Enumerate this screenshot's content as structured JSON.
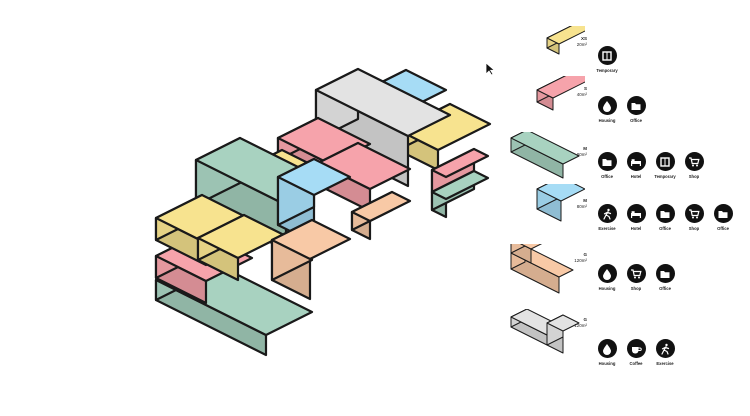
{
  "legend": [
    {
      "code": "XS",
      "area": "20m²",
      "color": "#f7e38f",
      "uses": [
        {
          "label": "Temporary",
          "icon": "window-icon"
        }
      ]
    },
    {
      "code": "S",
      "area": "40m²",
      "color": "#f6a3ab",
      "uses": [
        {
          "label": "Housing",
          "icon": "drop-icon"
        },
        {
          "label": "Office",
          "icon": "folder-icon"
        }
      ]
    },
    {
      "code": "M",
      "area": "80m²",
      "color": "#a8d2c0",
      "uses": [
        {
          "label": "Office",
          "icon": "folder-icon"
        },
        {
          "label": "Hotel",
          "icon": "bed-icon"
        },
        {
          "label": "Temporary",
          "icon": "window-icon"
        },
        {
          "label": "Shop",
          "icon": "cart-icon"
        }
      ]
    },
    {
      "code": "M",
      "area": "80m²",
      "color": "#a6dcf5",
      "uses": [
        {
          "label": "Exercise",
          "icon": "runner-icon"
        },
        {
          "label": "Hotel",
          "icon": "bed-icon"
        },
        {
          "label": "Office",
          "icon": "folder-icon"
        },
        {
          "label": "Shop",
          "icon": "cart-icon"
        },
        {
          "label": "Office",
          "icon": "folder-icon"
        }
      ]
    },
    {
      "code": "G",
      "area": "120m²",
      "color": "#f8c9a6",
      "uses": [
        {
          "label": "Housing",
          "icon": "drop-icon"
        },
        {
          "label": "Shop",
          "icon": "cart-icon"
        },
        {
          "label": "Office",
          "icon": "folder-icon"
        }
      ]
    },
    {
      "code": "G",
      "area": "120m²",
      "color": "#e3e3e3",
      "uses": [
        {
          "label": "Housing",
          "icon": "drop-icon"
        },
        {
          "label": "Coffee",
          "icon": "cup-icon"
        },
        {
          "label": "Exercise",
          "icon": "runner-icon"
        }
      ]
    }
  ],
  "colors": {
    "yellow": "#f7e38f",
    "pink": "#f6a3ab",
    "green": "#a8d2c0",
    "blue": "#a6dcf5",
    "peach": "#f8c9a6",
    "grey": "#e3e3e3",
    "outline": "#1a1a1a",
    "icon_bg": "#111111"
  },
  "cursor_icon": "mouse-pointer-icon"
}
